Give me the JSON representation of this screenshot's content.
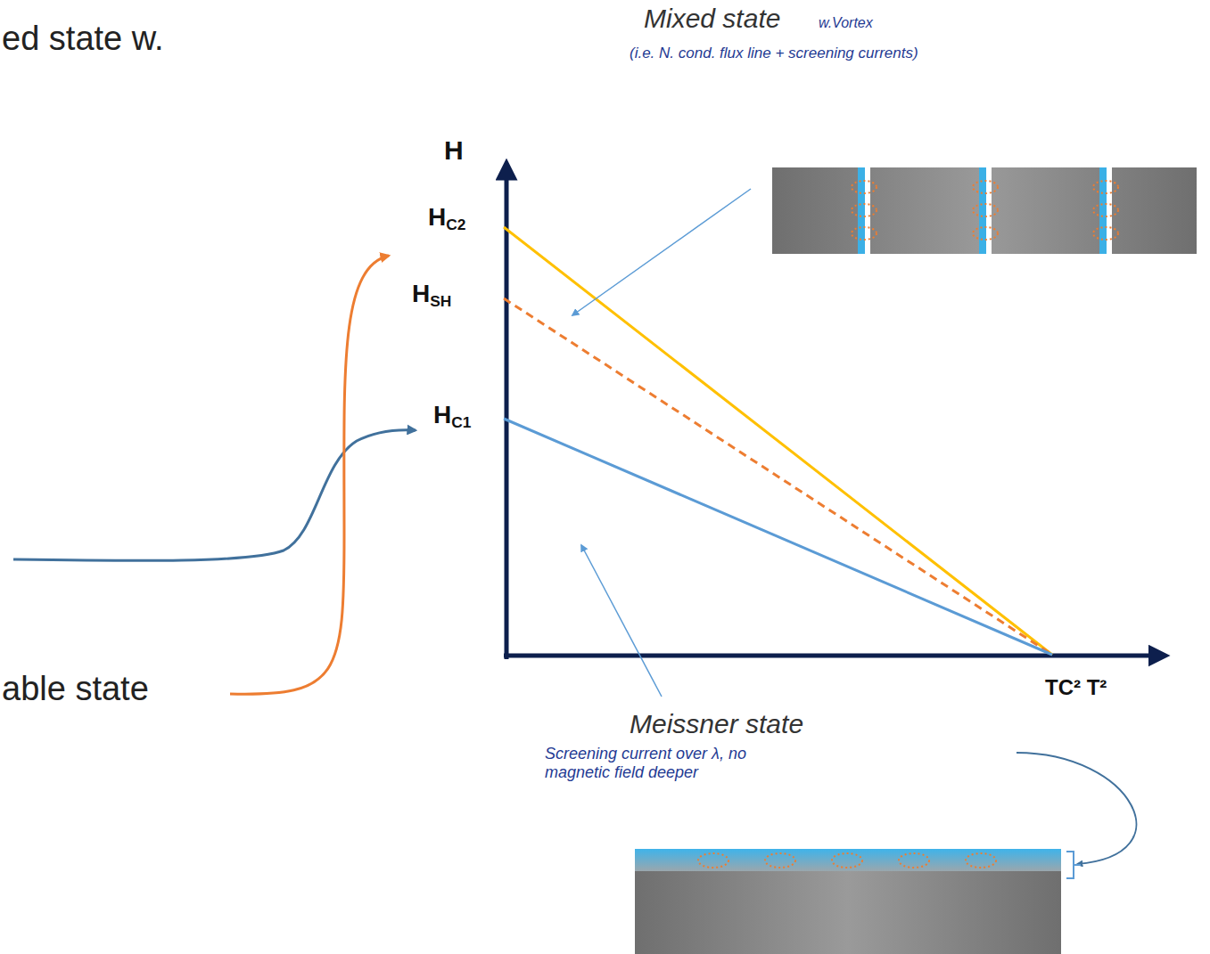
{
  "diagram": {
    "labels": [
      "ed state w.",
      "able state",
      "Mixed state",
      "w.Vortex",
      "(i.e. N. cond. flux line + screening currents)",
      "H",
      "HC2",
      "HSH",
      "HC1",
      "TC² T²",
      "Meissner state",
      "Screening current over λ, no magnetic field deeper"
    ]
  }
}
